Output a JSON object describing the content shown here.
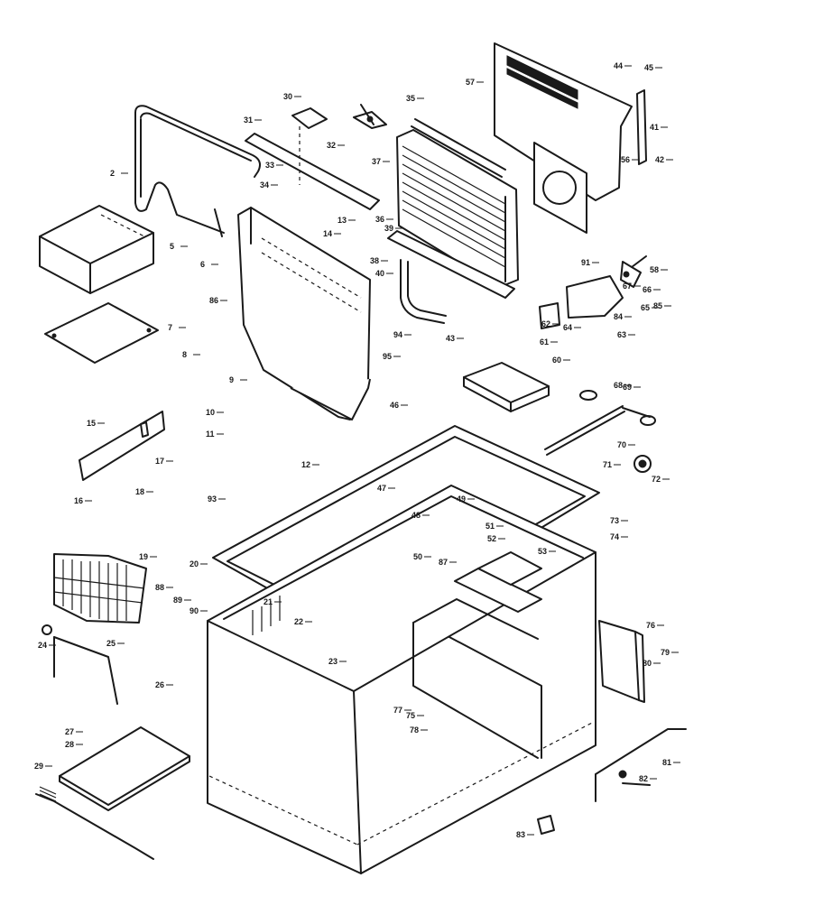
{
  "diagram": {
    "type": "exploded-parts-diagram",
    "line_color": "#1a1a1a",
    "background_color": "#ffffff"
  },
  "callouts": [
    "2",
    "5",
    "6",
    "7",
    "8",
    "9",
    "10",
    "11",
    "12",
    "13",
    "14",
    "15",
    "16",
    "17",
    "18",
    "19",
    "20",
    "21",
    "22",
    "23",
    "24",
    "25",
    "26",
    "27",
    "28",
    "29",
    "30",
    "31",
    "32",
    "33",
    "34",
    "35",
    "36",
    "37",
    "38",
    "39",
    "40",
    "41",
    "42",
    "43",
    "44",
    "45",
    "46",
    "47",
    "48",
    "49",
    "50",
    "51",
    "52",
    "53",
    "56",
    "57",
    "58",
    "60",
    "61",
    "62",
    "63",
    "64",
    "65",
    "66",
    "67",
    "68",
    "69",
    "70",
    "71",
    "72",
    "73",
    "74",
    "75",
    "76",
    "77",
    "78",
    "79",
    "80",
    "81",
    "82",
    "83",
    "84",
    "85",
    "86",
    "87",
    "88",
    "89",
    "90",
    "91",
    "93",
    "94",
    "95"
  ]
}
